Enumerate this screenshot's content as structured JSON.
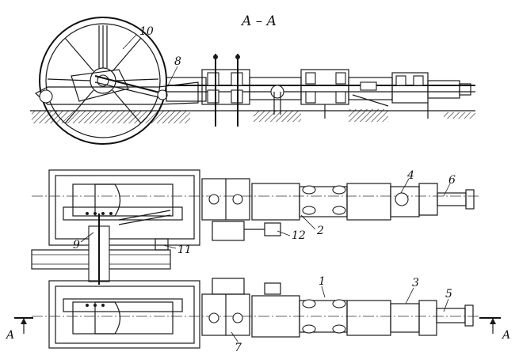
{
  "section_title": "A – A",
  "section_markers": {
    "left": "A",
    "right": "A"
  },
  "labels": {
    "l1": "1",
    "l2": "2",
    "l3": "3",
    "l4": "4",
    "l5": "5",
    "l6": "6",
    "l7": "7",
    "l8": "8",
    "l9": "9",
    "l10": "10",
    "l11": "11",
    "l12": "12"
  }
}
